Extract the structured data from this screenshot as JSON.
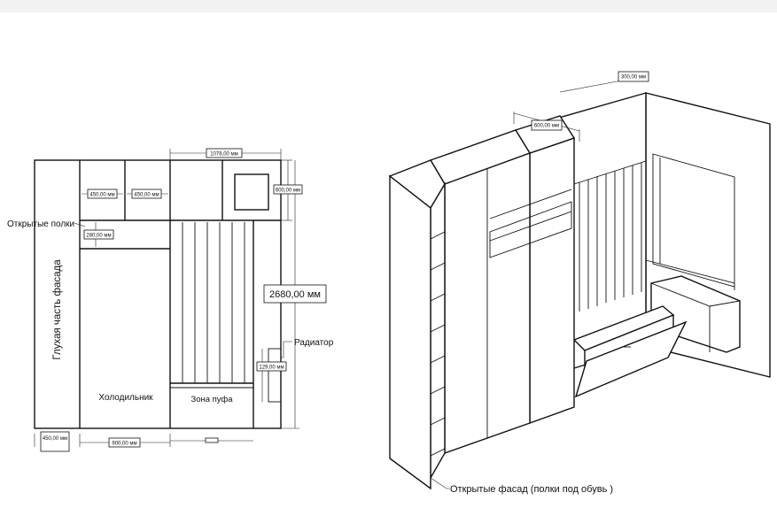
{
  "front_view": {
    "labels": {
      "solid_facade": "Глухая часть фасада",
      "open_shelves": "Открытые полки",
      "fridge": "Холодильник",
      "pouf_zone": "Зона пуфа",
      "radiator": "Радиатор"
    },
    "dimensions": {
      "top_width": "1078,00 мм",
      "cell_a": "450,00 мм",
      "cell_b": "450,00 мм",
      "shelf_height": "280,00 мм",
      "top_height": "600,00 мм",
      "total_height": "2680,00 мм",
      "radiator_height": "129,00 мм",
      "left_width": "450,00 мм",
      "fridge_width": "900,00 мм"
    }
  },
  "iso_view": {
    "labels": {
      "open_facade": "Открытые фасад (полки под обувь )"
    },
    "dimensions": {
      "depth_top": "300,00 мм",
      "depth_cabinet": "600,00 мм"
    }
  }
}
